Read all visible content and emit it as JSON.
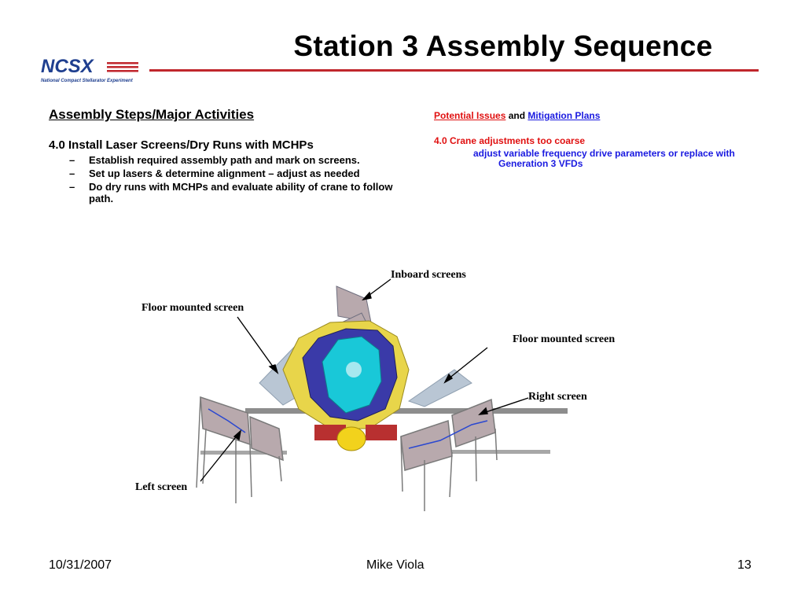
{
  "title": "Station 3 Assembly Sequence",
  "logo": {
    "text": "NCSX",
    "subtitle": "National Compact Stellarator Experiment"
  },
  "colors": {
    "accent_red": "#c0262c",
    "issue_red": "#e01010",
    "plan_blue": "#1a1ae0",
    "logo_blue": "#1f3f8f"
  },
  "left_column": {
    "heading": "Assembly Steps/Major Activities",
    "step_title": "4.0 Install Laser Screens/Dry Runs with MCHPs",
    "bullets": [
      {
        "dash": "–",
        "text": "Establish required assembly path and mark on screens."
      },
      {
        "dash": "–",
        "text": "Set up lasers & determine alignment – adjust as needed"
      },
      {
        "dash": "–",
        "text": "Do dry runs with MCHPs and evaluate ability of crane to follow path."
      }
    ]
  },
  "right_column": {
    "issues_label": "Potential Issues",
    "and_label": "and",
    "plans_label": "Mitigation Plans",
    "issue_title": "4.0 Crane adjustments too coarse",
    "plan_line1": "adjust variable frequency drive parameters or replace with",
    "plan_line2": "Generation 3 VFDs"
  },
  "diagram": {
    "callouts": {
      "inboard": "Inboard screens",
      "floor_left": "Floor mounted screen",
      "floor_right": "Floor mounted screen",
      "right": "Right screen",
      "left": "Left screen"
    }
  },
  "footer": {
    "date": "10/31/2007",
    "author": "Mike Viola",
    "page": "13"
  }
}
